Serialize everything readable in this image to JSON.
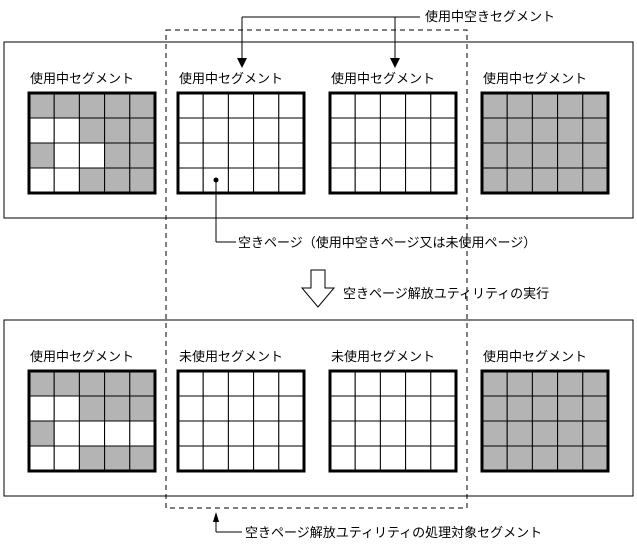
{
  "labels": {
    "in_use_free_segment": "使用中空きセグメント",
    "free_page_note": "空きページ（使用中空きページ又は未使用ページ）",
    "run_utility": "空きページ解放ユティリティの実行",
    "target_segment": "空きページ解放ユティリティの処理対象セグメント"
  },
  "panels": [
    {
      "name": "before",
      "segments": [
        {
          "label": "使用中セグメント",
          "fill": [
            [
              1,
              1,
              1,
              1,
              1
            ],
            [
              0,
              0,
              1,
              1,
              1
            ],
            [
              1,
              0,
              0,
              1,
              1
            ],
            [
              0,
              0,
              1,
              1,
              1
            ]
          ]
        },
        {
          "label": "使用中セグメント",
          "fill": [
            [
              0,
              0,
              0,
              0,
              0
            ],
            [
              0,
              0,
              0,
              0,
              0
            ],
            [
              0,
              0,
              0,
              0,
              0
            ],
            [
              0,
              0,
              0,
              0,
              0
            ]
          ]
        },
        {
          "label": "使用中セグメント",
          "fill": [
            [
              0,
              0,
              0,
              0,
              0
            ],
            [
              0,
              0,
              0,
              0,
              0
            ],
            [
              0,
              0,
              0,
              0,
              0
            ],
            [
              0,
              0,
              0,
              0,
              0
            ]
          ]
        },
        {
          "label": "使用中セグメント",
          "fill": [
            [
              1,
              1,
              1,
              1,
              1
            ],
            [
              1,
              1,
              1,
              1,
              1
            ],
            [
              1,
              1,
              1,
              1,
              1
            ],
            [
              1,
              1,
              1,
              1,
              1
            ]
          ]
        }
      ]
    },
    {
      "name": "after",
      "segments": [
        {
          "label": "使用中セグメント",
          "fill": [
            [
              1,
              1,
              1,
              1,
              1
            ],
            [
              0,
              0,
              1,
              1,
              1
            ],
            [
              1,
              0,
              0,
              0,
              0
            ],
            [
              0,
              0,
              1,
              1,
              1
            ]
          ]
        },
        {
          "label": "未使用セグメント",
          "fill": [
            [
              0,
              0,
              0,
              0,
              0
            ],
            [
              0,
              0,
              0,
              0,
              0
            ],
            [
              0,
              0,
              0,
              0,
              0
            ],
            [
              0,
              0,
              0,
              0,
              0
            ]
          ]
        },
        {
          "label": "未使用セグメント",
          "fill": [
            [
              0,
              0,
              0,
              0,
              0
            ],
            [
              0,
              0,
              0,
              0,
              0
            ],
            [
              0,
              0,
              0,
              0,
              0
            ],
            [
              0,
              0,
              0,
              0,
              0
            ]
          ]
        },
        {
          "label": "使用中セグメント",
          "fill": [
            [
              1,
              1,
              1,
              1,
              1
            ],
            [
              1,
              1,
              1,
              1,
              1
            ],
            [
              1,
              1,
              1,
              1,
              1
            ],
            [
              1,
              1,
              1,
              1,
              1
            ]
          ]
        }
      ]
    }
  ],
  "colors": {
    "used_cell": "#b4b4b4",
    "free_cell": "#ffffff",
    "line": "#000000"
  }
}
